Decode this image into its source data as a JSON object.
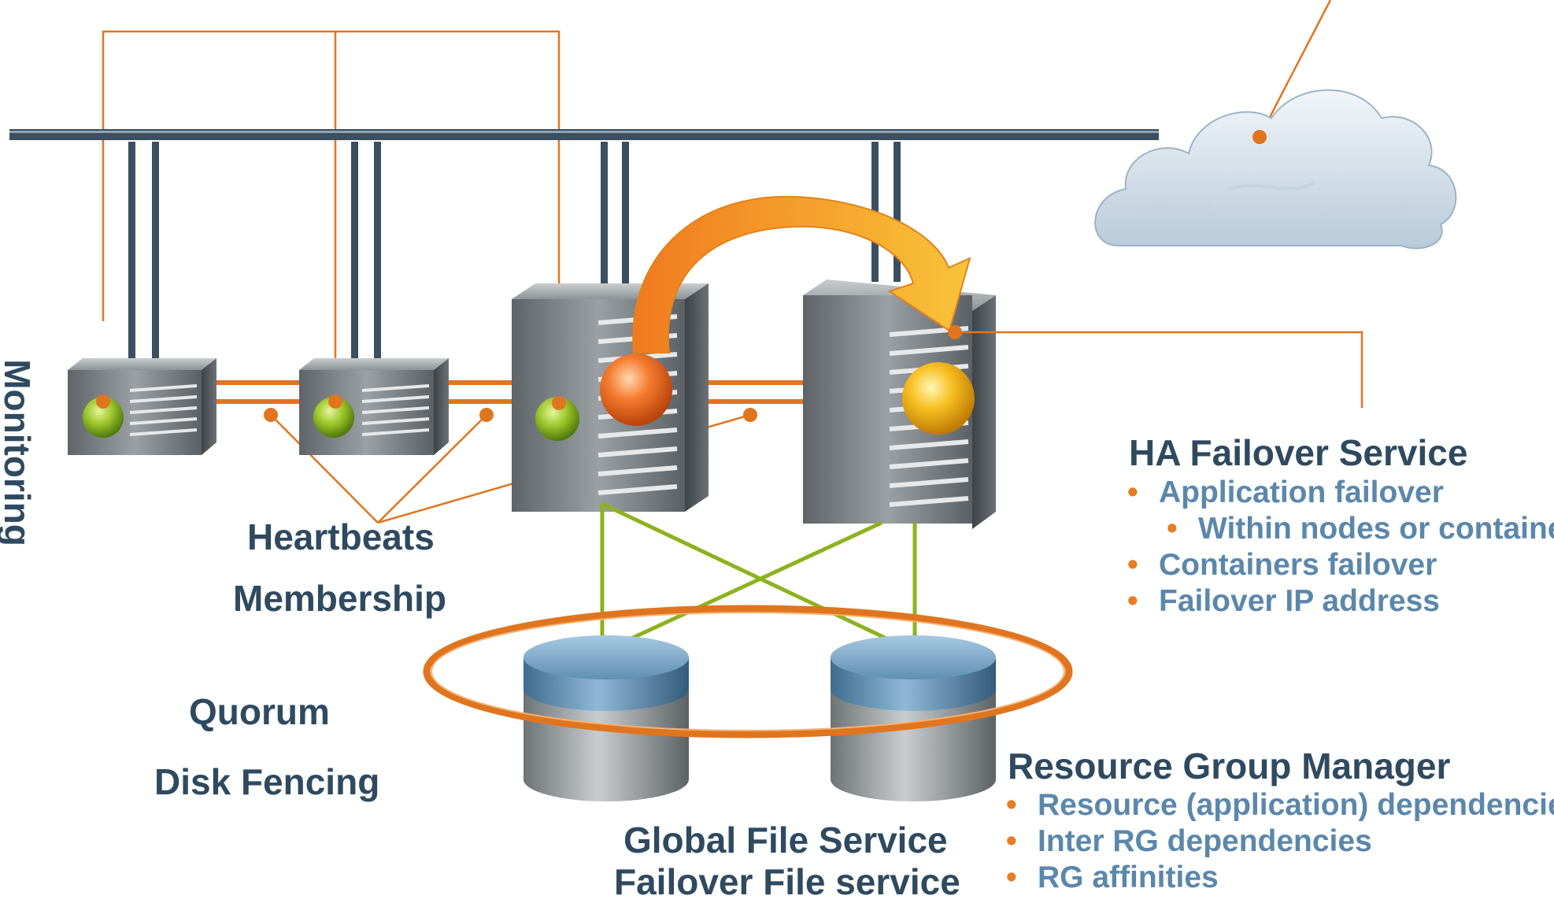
{
  "left_vertical_label": "Monitoring",
  "labels": {
    "heartbeats": "Heartbeats",
    "membership": "Membership",
    "quorum": "Quorum",
    "disk_fencing": "Disk Fencing",
    "global_file_service": "Global File Service",
    "failover_file_service": "Failover File service"
  },
  "ha_failover": {
    "title": "HA Failover Service",
    "items": [
      {
        "text": "Application failover",
        "level": 1
      },
      {
        "text": "Within nodes or container",
        "level": 2
      },
      {
        "text": "Containers failover",
        "level": 1
      },
      {
        "text": "Failover IP address",
        "level": 1
      }
    ]
  },
  "resource_group_manager": {
    "title": "Resource Group Manager",
    "items": [
      "Resource (application) dependencies",
      "Inter RG dependencies",
      "RG affinities"
    ]
  },
  "colors": {
    "callout": "#e07520",
    "text_dark": "#2f4a5f",
    "text_list": "#5b87ab",
    "network_bus": "#3b4f60",
    "storage_link": "#8db21f"
  }
}
